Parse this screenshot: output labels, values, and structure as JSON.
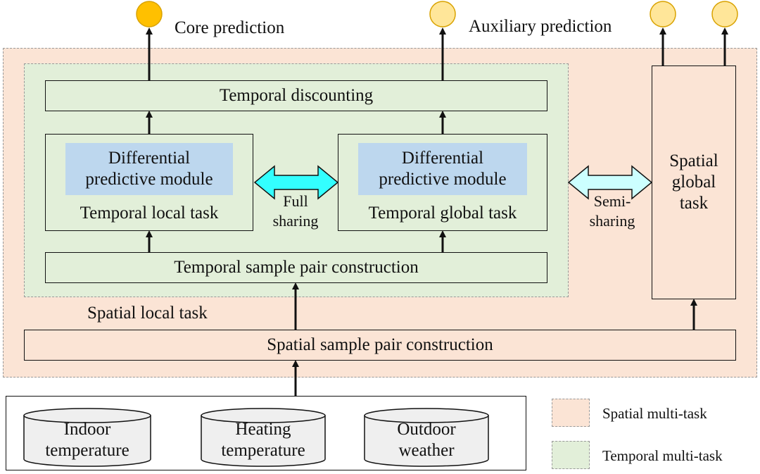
{
  "outputs": {
    "core_label": "Core prediction",
    "auxiliary_label": "Auxiliary prediction"
  },
  "temporal": {
    "discounting": "Temporal discounting",
    "local_task": {
      "module_line1": "Differential",
      "module_line2": "predictive module",
      "task_label": "Temporal local task"
    },
    "global_task": {
      "module_line1": "Differential",
      "module_line2": "predictive module",
      "task_label": "Temporal global task"
    },
    "full_sharing_line1": "Full",
    "full_sharing_line2": "sharing",
    "sample_pair": "Temporal sample pair construction"
  },
  "spatial": {
    "local_task_label": "Spatial local task",
    "sample_pair": "Spatial sample pair construction",
    "global_task_line1": "Spatial",
    "global_task_line2": "global",
    "global_task_line3": "task",
    "semi_sharing_line1": "Semi-",
    "semi_sharing_line2": "sharing"
  },
  "inputs": [
    {
      "line1": "Indoor",
      "line2": "temperature"
    },
    {
      "line1": "Heating",
      "line2": "temperature"
    },
    {
      "line1": "Outdoor",
      "line2": "weather"
    }
  ],
  "legend": {
    "spatial": "Spatial multi-task",
    "temporal": "Temporal multi-task"
  },
  "colors": {
    "spatial_fill": "#fbe4d5",
    "temporal_fill": "#e2efd9",
    "module_fill": "#bdd7ee",
    "core_output": "#ffc000",
    "auxiliary_output": "#ffe699",
    "full_sharing_arrow": "#33ffff",
    "semi_sharing_arrow": "#ccffff"
  }
}
